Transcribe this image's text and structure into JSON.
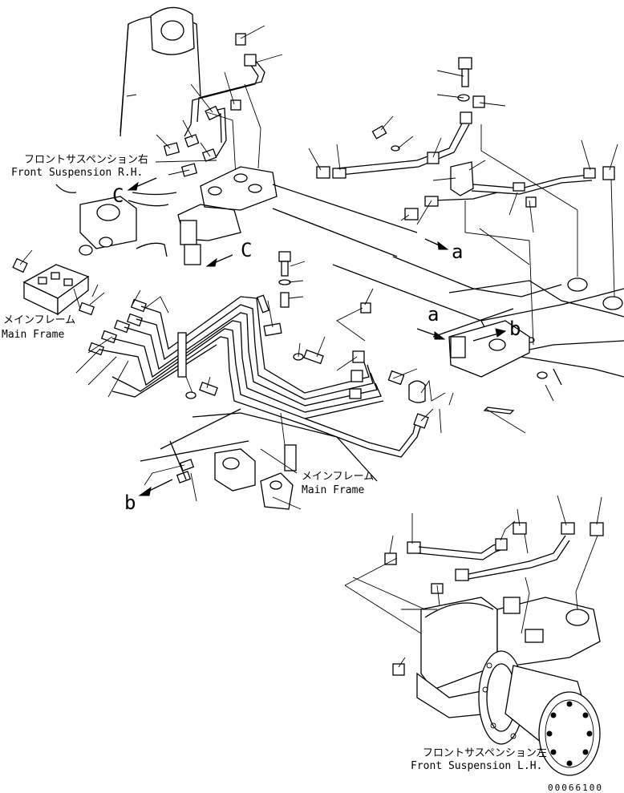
{
  "labels": {
    "front_suspension_rh_jp": "フロントサスペンション右",
    "front_suspension_rh_en": "Front Suspension R.H.",
    "main_frame_left_jp": "メインフレーム",
    "main_frame_left_en": "Main Frame",
    "main_frame_center_jp": "メインフレーム",
    "main_frame_center_en": "Main Frame",
    "front_suspension_lh_jp": "フロントサスペンション左",
    "front_suspension_lh_en": "Front Suspension L.H."
  },
  "refs": {
    "c_top": "C",
    "c_mid": "C",
    "a_upper": "a",
    "a_lower": "a",
    "b_right": "b",
    "b_left": "b"
  },
  "drawing_code": "00066100"
}
